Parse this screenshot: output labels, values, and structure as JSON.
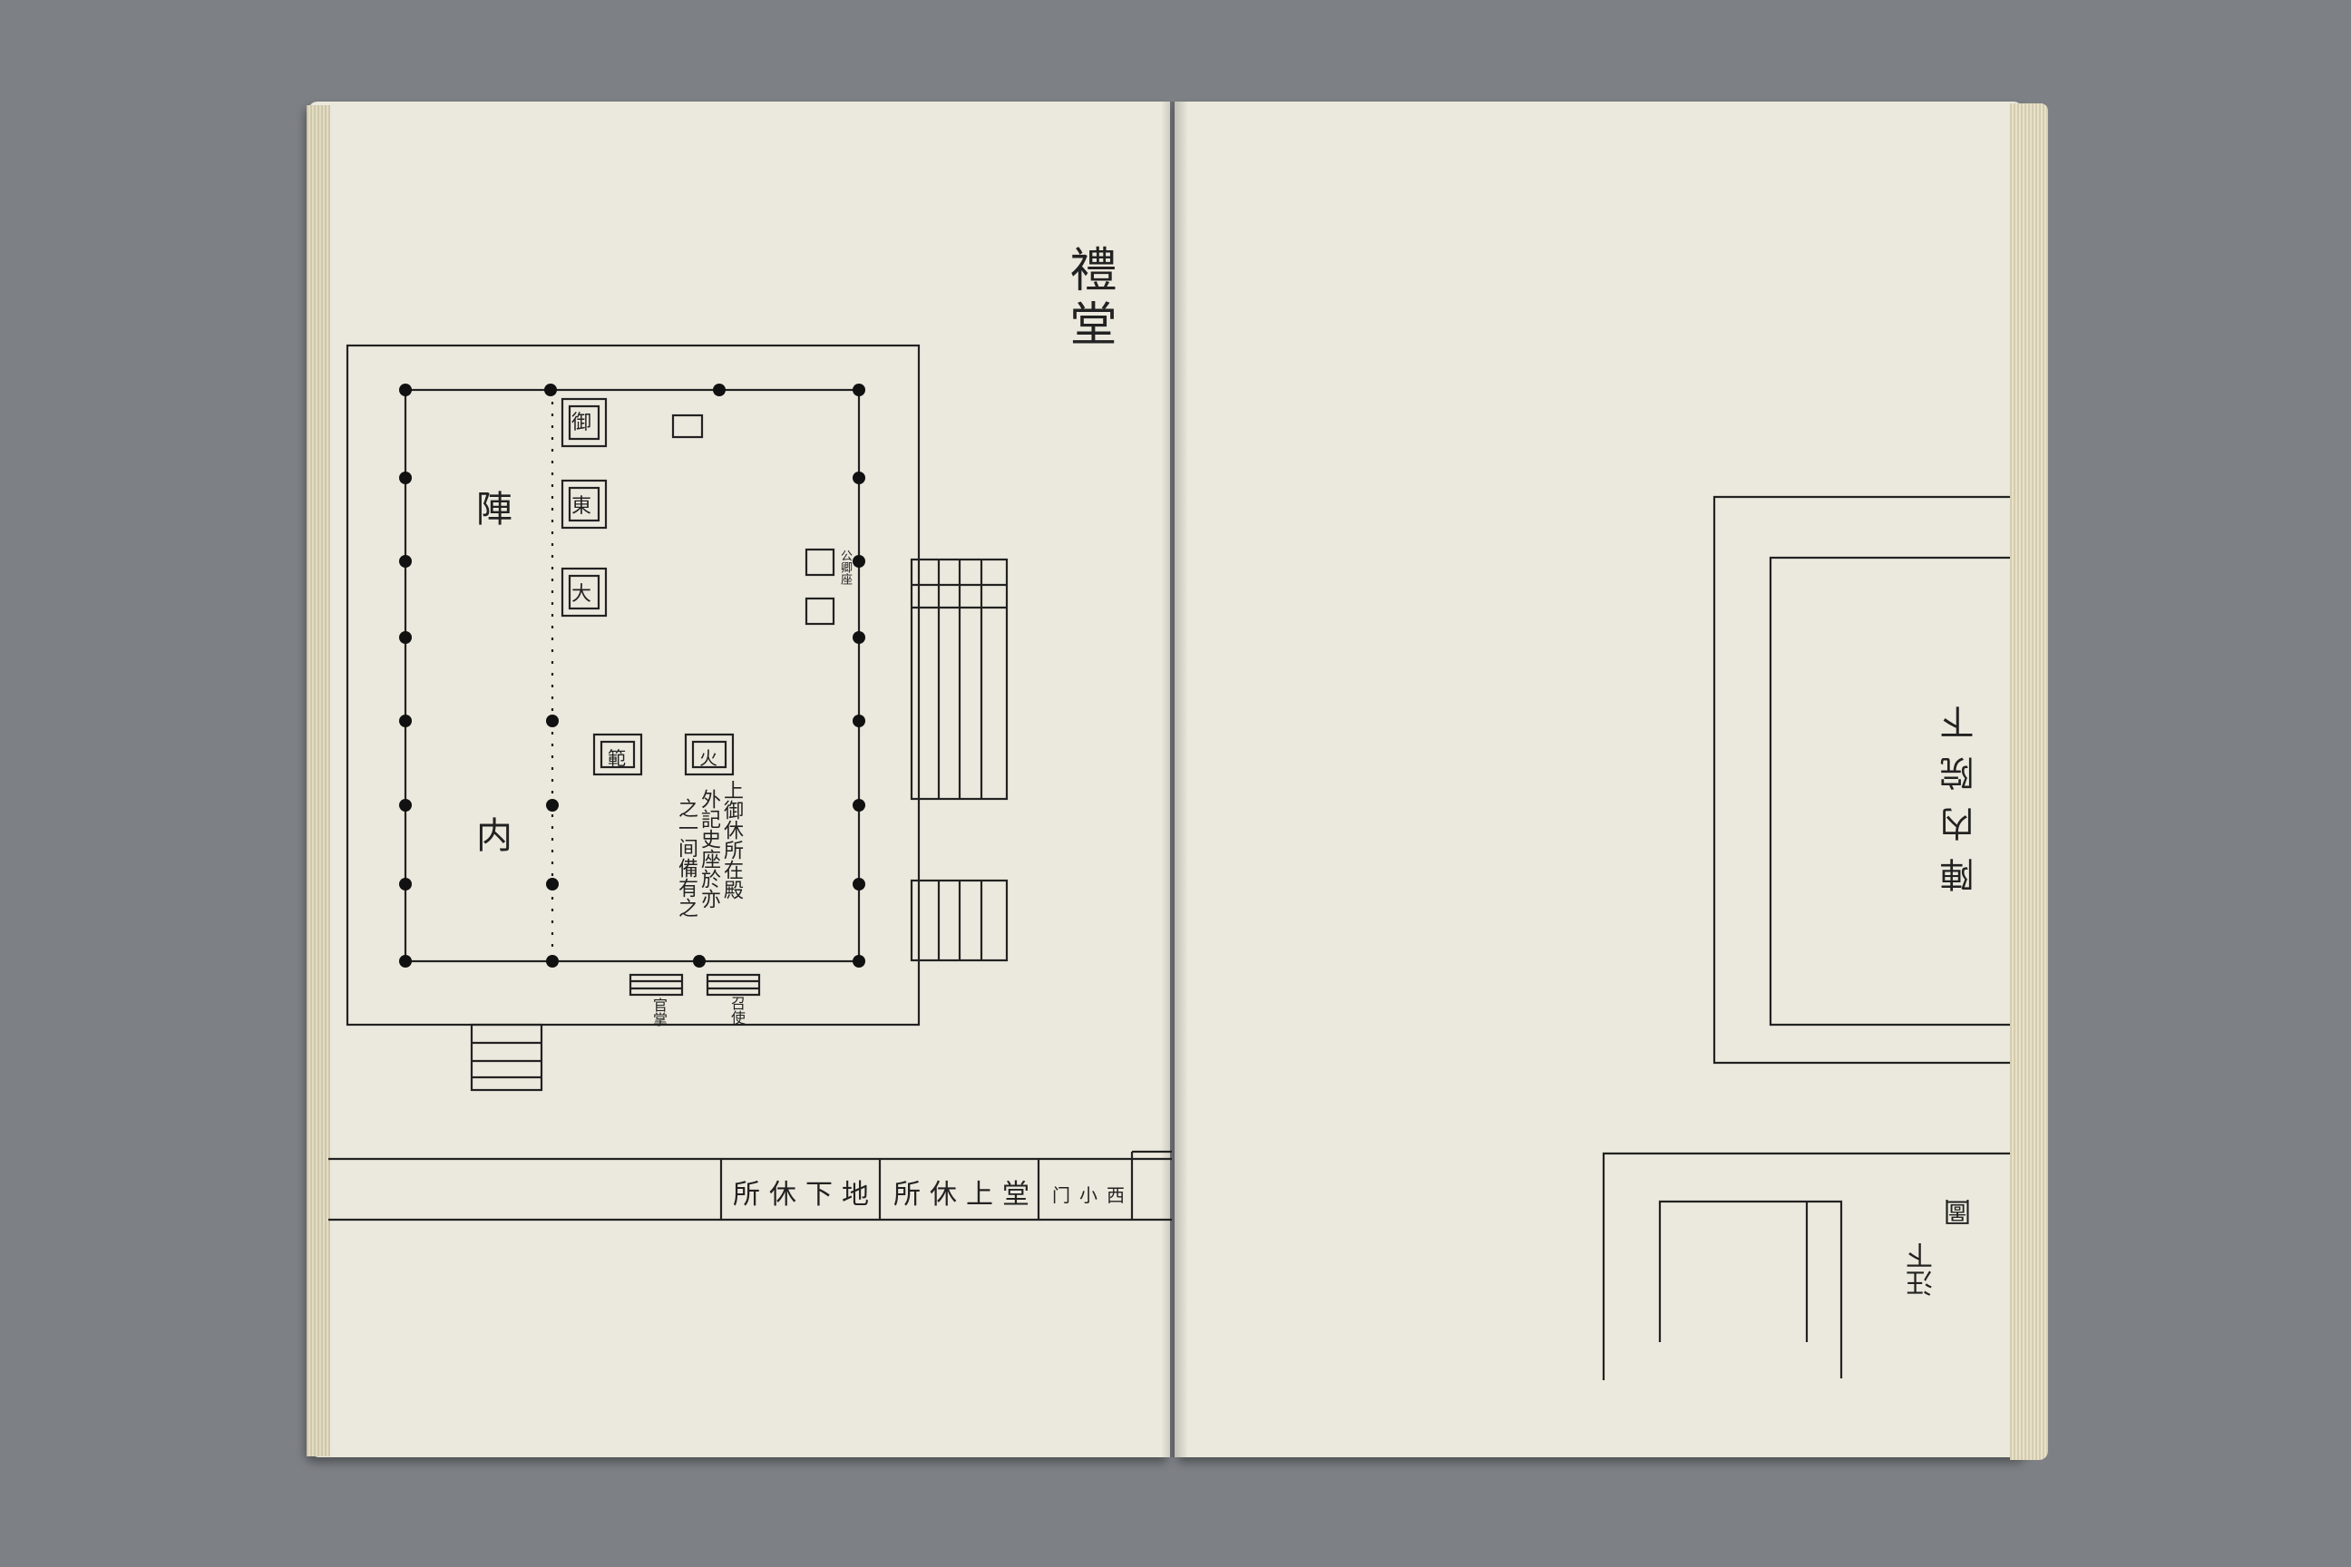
{
  "left_page": {
    "title": "禮堂",
    "hall_label_top": "陣",
    "hall_label_bottom": "内",
    "seat_labels": [
      "御",
      "東",
      "大"
    ],
    "small_label_a": "火",
    "small_label_b": "範",
    "note_lines": [
      "上御休所在殿",
      "外記史座於亦",
      "之一间備有之"
    ],
    "right_small_labels": [
      "公卿座"
    ],
    "marker_label": "官掌",
    "marker_label_2": "召使",
    "cell_1": "堂上休所",
    "cell_2": "地下休所",
    "gate_label": "西小门"
  },
  "right_page": {
    "box_label": "陣内院下",
    "corner_label_1": "圖",
    "corner_label_2": "汪下"
  }
}
